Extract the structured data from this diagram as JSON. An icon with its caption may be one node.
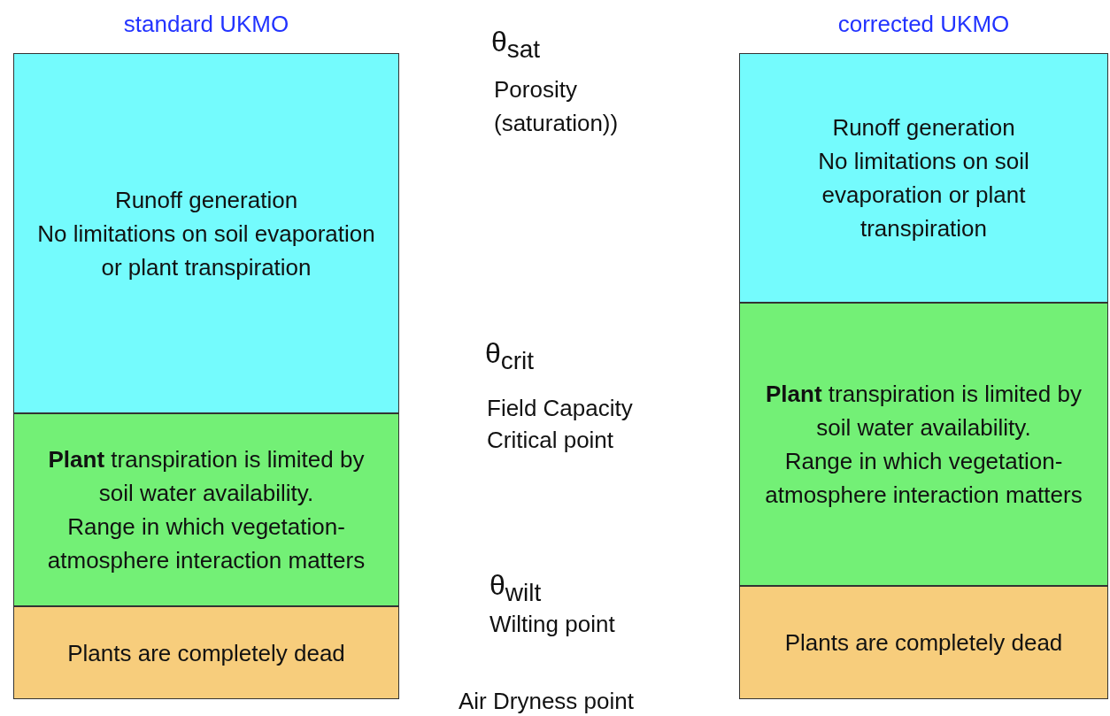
{
  "diagram": {
    "nodes": [
      {
        "text": [
          "standard UKMO"
        ]
      },
      {
        "text": [
          "Runoff generation",
          "No limitations on soil evaporation or plant transpiration"
        ],
        "in": 0
      },
      {
        "text": [
          "**Plant** transpiration is limited by soil water availability.",
          "Range in which vegetation-atmosphere interaction matters"
        ],
        "in": 0
      },
      {
        "text": [
          "Plants are completely dead"
        ],
        "in": 0
      },
      {
        "text": [
          "corrected UKMO"
        ]
      },
      {
        "text": [
          "Runoff generation",
          "No limitations on soil evaporation or plant transpiration"
        ],
        "in": 4
      },
      {
        "text": [
          "**Plant** transpiration is limited by soil water availability.",
          "Range in which vegetation-atmosphere interaction matters"
        ],
        "in": 4
      },
      {
        "text": [
          "Plants are completely dead"
        ],
        "in": 4
      }
    ],
    "labels": [
      "θ$_{sat}$",
      "Porosity (saturation))",
      "θ$_{crit}$",
      "Field Capacity",
      "Critical point",
      "θ$_{wilt}$",
      "Wilting point",
      "Air Dryness point"
    ]
  }
}
